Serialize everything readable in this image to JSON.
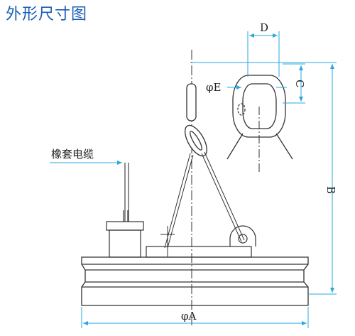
{
  "title": "外形尺寸图",
  "labels": {
    "cable": "橡套电缆",
    "dim_A": "φA",
    "dim_B": "B",
    "dim_C": "C",
    "dim_D": "D",
    "dim_E": "φE"
  },
  "colors": {
    "title": "#1a5fb4",
    "drawing_line": "#333333",
    "dimension_line": "#2aa7e0"
  }
}
